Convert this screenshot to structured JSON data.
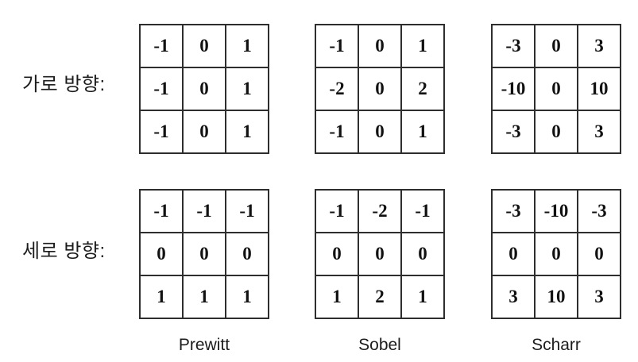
{
  "colors": {
    "background": "#ffffff",
    "grid_line": "#2e2e2e",
    "number_text": "#111111",
    "label_text": "#1c1c1c"
  },
  "rows": [
    {
      "label": "가로 방향:",
      "matrices": [
        {
          "kernel": "Prewitt horizontal",
          "cells": [
            [
              "-1",
              "0",
              "1"
            ],
            [
              "-1",
              "0",
              "1"
            ],
            [
              "-1",
              "0",
              "1"
            ]
          ]
        },
        {
          "kernel": "Sobel horizontal",
          "cells": [
            [
              "-1",
              "0",
              "1"
            ],
            [
              "-2",
              "0",
              "2"
            ],
            [
              "-1",
              "0",
              "1"
            ]
          ]
        },
        {
          "kernel": "Scharr horizontal",
          "cells": [
            [
              "-3",
              "0",
              "3"
            ],
            [
              "-10",
              "0",
              "10"
            ],
            [
              "-3",
              "0",
              "3"
            ]
          ]
        }
      ]
    },
    {
      "label": "세로 방향:",
      "matrices": [
        {
          "kernel": "Prewitt vertical",
          "cells": [
            [
              "-1",
              "-1",
              "-1"
            ],
            [
              "0",
              "0",
              "0"
            ],
            [
              "1",
              "1",
              "1"
            ]
          ]
        },
        {
          "kernel": "Sobel vertical",
          "cells": [
            [
              "-1",
              "-2",
              "-1"
            ],
            [
              "0",
              "0",
              "0"
            ],
            [
              "1",
              "2",
              "1"
            ]
          ]
        },
        {
          "kernel": "Scharr vertical",
          "cells": [
            [
              "-3",
              "-10",
              "-3"
            ],
            [
              "0",
              "0",
              "0"
            ],
            [
              "3",
              "10",
              "3"
            ]
          ]
        }
      ]
    }
  ],
  "footer": {
    "labels": [
      "Prewitt",
      "Sobel",
      "Scharr"
    ]
  }
}
